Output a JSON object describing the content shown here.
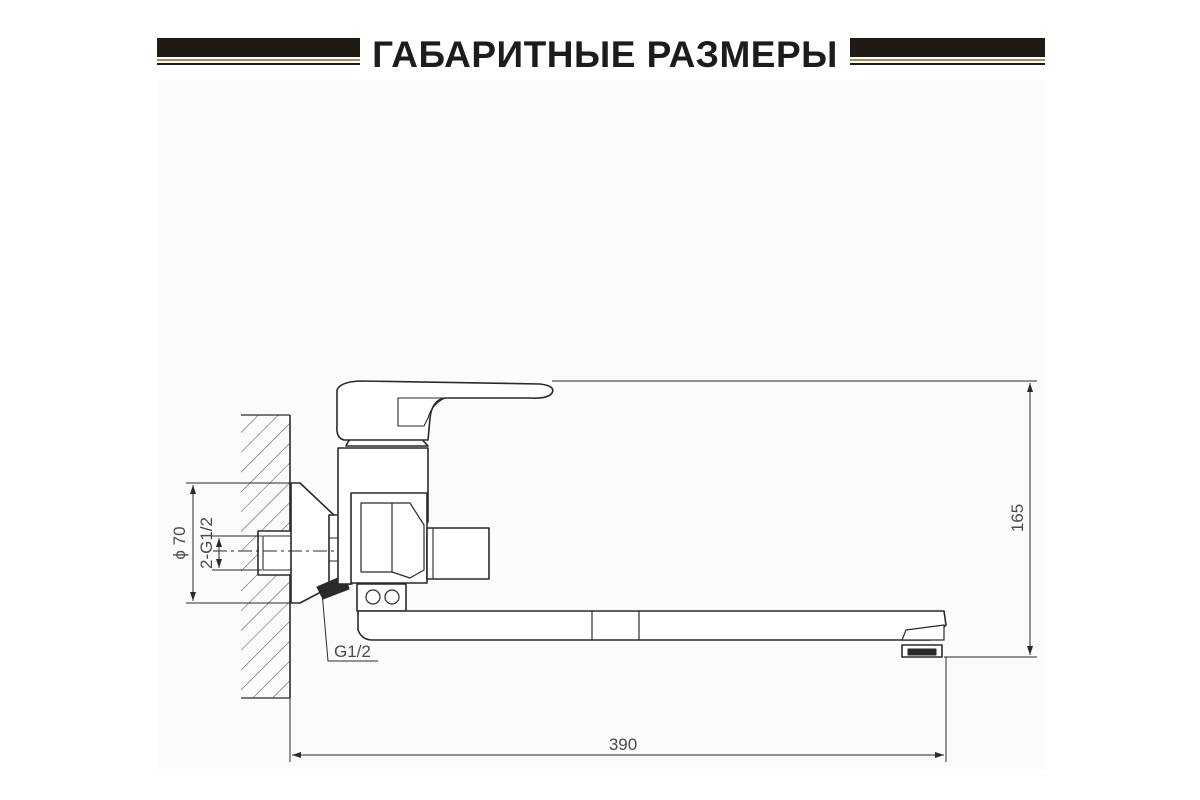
{
  "header": {
    "title": "ГАБАРИТНЫЕ РАЗМЕРЫ"
  },
  "colors": {
    "bar_dark": "#1f1b14",
    "bar_gold": "#b08d4a",
    "panel_bg": "#fbfbfb",
    "line": "#2a2a2a",
    "dimension_text": "#4a4a4a"
  },
  "dimensions": {
    "flange_diameter": "ϕ 70",
    "inlets": "2-G1/2",
    "outlet_thread": "G1/2",
    "height": "165",
    "length": "390"
  }
}
